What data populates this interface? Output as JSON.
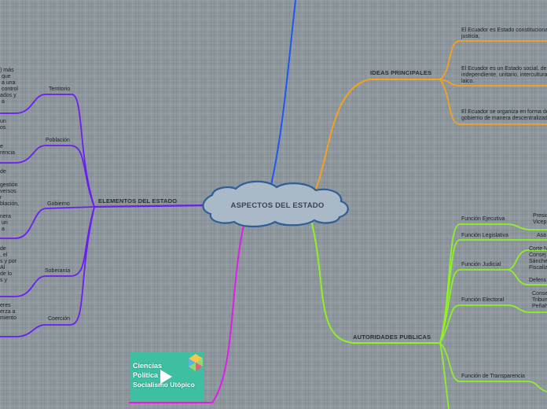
{
  "center": {
    "title": "ASPECTOS DEL ESTADO"
  },
  "colors": {
    "center_node": "#a9b9c7",
    "center_stroke": "#2f5f96",
    "elementos": "#6a1ff0",
    "ideas": "#f3a21f",
    "autoridades": "#8ef125",
    "top_branch": "#1f57f0",
    "media_branch": "#e01ce8",
    "thumb_bg": "#3fbfa2"
  },
  "elementos": {
    "title": "ELEMENTOS DEL ESTADO",
    "items": [
      {
        "label": "Territorio",
        "desc": ") más\n que\n a una\n control\nados y\n a"
      },
      {
        "label": "Población",
        "desc": "e\nrencia"
      },
      {
        "label": "Gobierno",
        "desc": "gestión\nversos\nr\nblación,\n\nnera\n un\n a"
      },
      {
        "label": "Soberanía",
        "desc": "de\n, el\ns y por\nAl\nde lo\ns y"
      },
      {
        "label": "Coerción",
        "desc": "eres\nerza a\nmiento"
      }
    ],
    "extra_desc": [
      "un\nos",
      "de"
    ]
  },
  "ideas": {
    "title": "IDEAS PRINCIPALES",
    "items": [
      {
        "text": "El Ecuador es Estado constitucional\njusticia,"
      },
      {
        "text": "El Ecuador es un Estado social, de\nindependiente, unitario, intercultura\nlaico."
      },
      {
        "text": "El Ecuador se organiza en forma de\ngobierno de manera descentralizad"
      }
    ]
  },
  "autoridades": {
    "title": "AUTORIDADES PUBLICAS",
    "items": [
      {
        "label": "Función Ejecutiva",
        "sub": [
          "Presic\nVicep"
        ]
      },
      {
        "label": "Función Legislativa",
        "sub": [
          "Asa"
        ]
      },
      {
        "label": "Función Judicial",
        "sub": [
          "Corte N\nConsej\nSánche\nFiscalía",
          "Defens"
        ]
      },
      {
        "label": "Función Electoral",
        "sub": [
          "Conse\nTribun\nPeñah"
        ]
      },
      {
        "label": "Función de Transparencia",
        "sub": []
      }
    ]
  },
  "media": {
    "title_line1": "Ciencias",
    "title_line2": "Politica",
    "subtitle": "Socialismo Utópico"
  }
}
